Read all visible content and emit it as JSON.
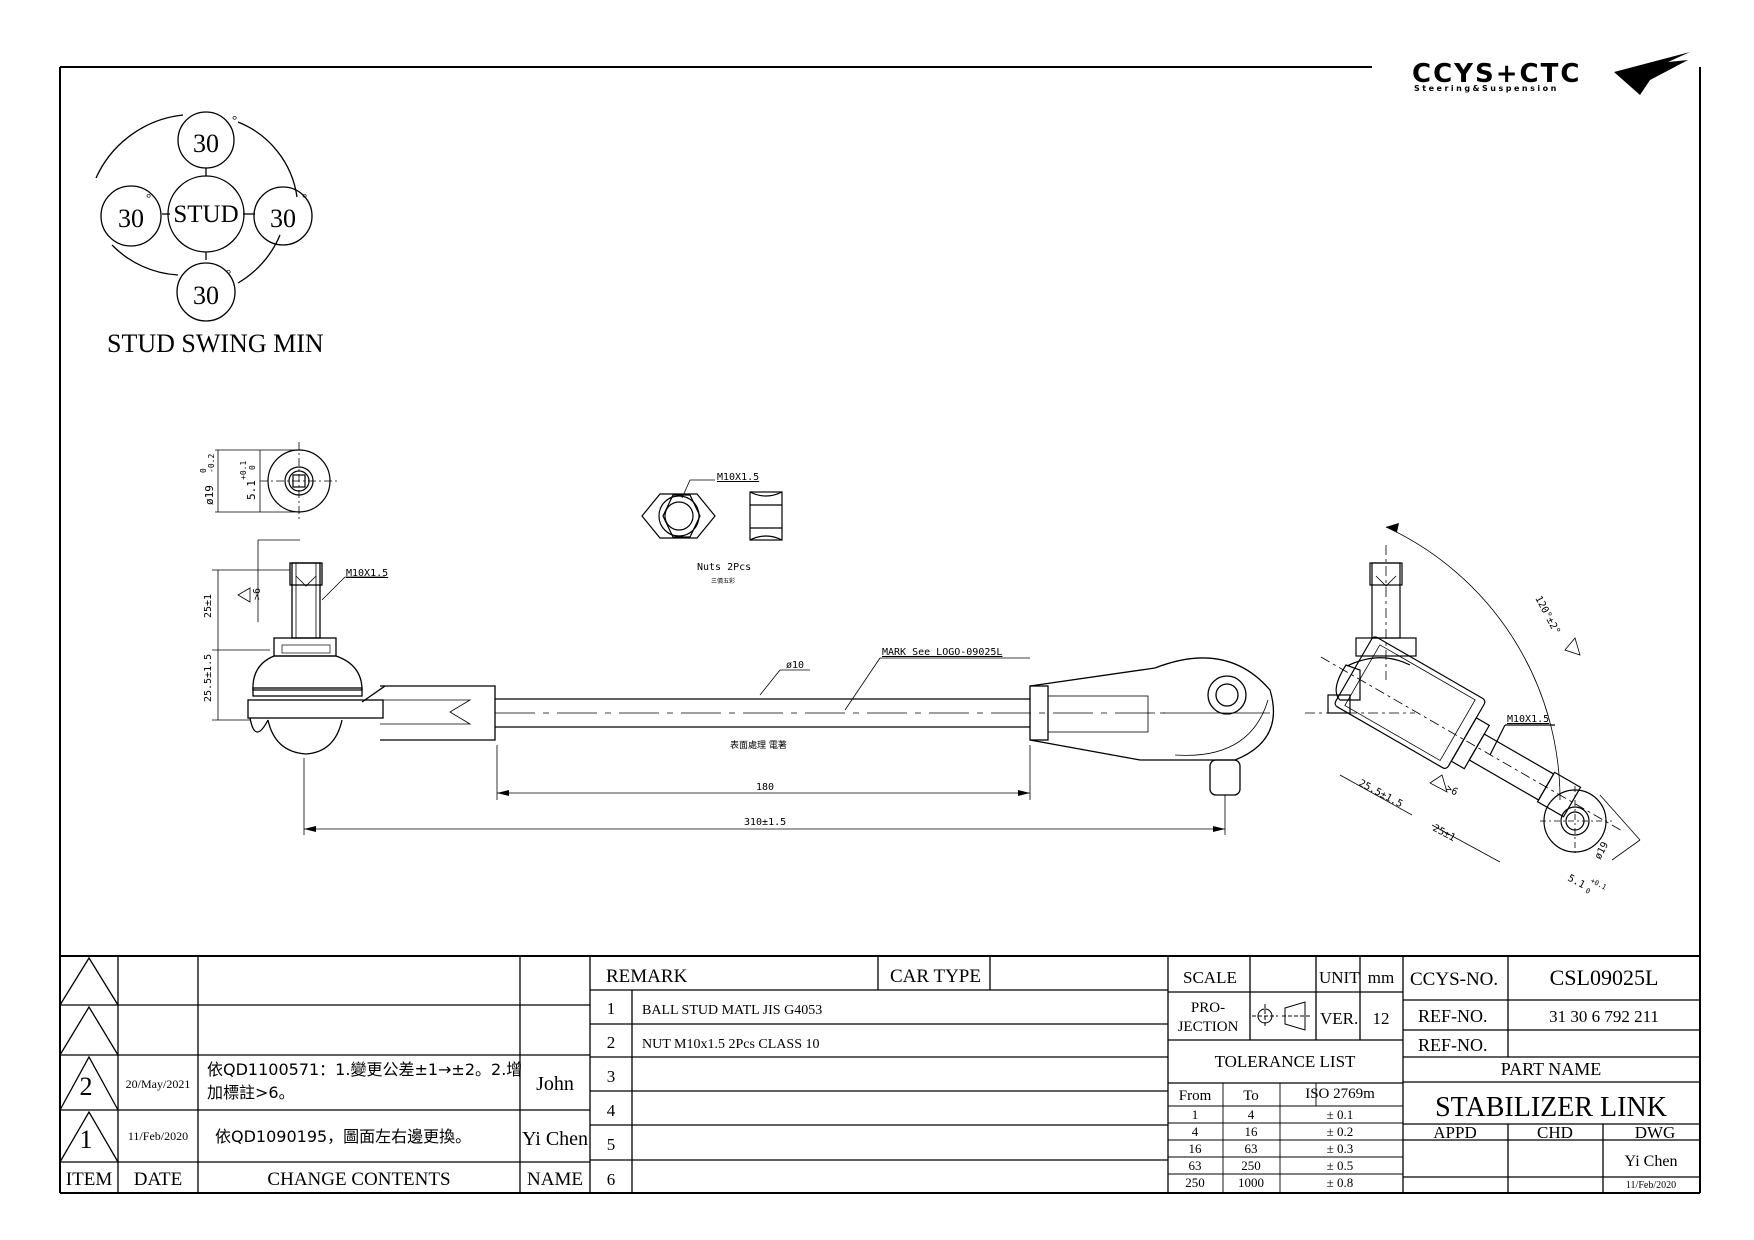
{
  "logo": {
    "brand": "CCYS+CTC",
    "tagline": "Steering&Suspension"
  },
  "swing": {
    "center": "STUD",
    "top": "30",
    "left": "30",
    "right": "30",
    "bottom": "30",
    "degree": "°",
    "caption": "STUD SWING MIN"
  },
  "dims": {
    "dia19": "ø19",
    "tol_top": "0",
    "tol_bot": "-0.2",
    "d51": "5.1",
    "d51_tol_top": "+0.1",
    "d51_tol_bot": "0",
    "thread_left": "M10X1.5",
    "gt6": ">6",
    "d25": "25±1",
    "d255": "25.5±1.5",
    "nut_thread": "M10X1.5",
    "nuts": "Nuts 2Pcs",
    "nuts_cn": "三價五彩",
    "rod_dia": "ø10",
    "mark": "MARK See LOGO-09025L",
    "surface": "表面處理  電著",
    "len180": "180",
    "len310": "310±1.5",
    "angle": "120°±2°",
    "thread_right": "M10X1.5",
    "r255": "25.5±1.5",
    "r6": ">6",
    "r25": "25±1",
    "rdia19": "ø19",
    "r51": "5.1",
    "r51_tol_top": "+0.1",
    "r51_tol_bot": "0"
  },
  "revisions": {
    "rows": [
      {
        "item": "",
        "date": "",
        "content": "",
        "name": ""
      },
      {
        "item": "",
        "date": "",
        "content": "",
        "name": ""
      },
      {
        "item": "2",
        "date": "20/May/2021",
        "content_l1": "依QD1100571：1.變更公差±1→±2。2.增",
        "content_l2": "加標註>6。",
        "name": "John"
      },
      {
        "item": "1",
        "date": "11/Feb/2020",
        "content_l1": "依QD1090195，圖面左右邊更換。",
        "content_l2": "",
        "name": "Yi Chen"
      }
    ],
    "headers": {
      "item": "ITEM",
      "date": "DATE",
      "content": "CHANGE CONTENTS",
      "name": "NAME"
    }
  },
  "remarks": {
    "title": "REMARK",
    "car_type_label": "CAR TYPE",
    "car_type": "",
    "lines": [
      {
        "no": "1",
        "text": "BALL STUD MATL JIS G4053"
      },
      {
        "no": "2",
        "text": "NUT M10x1.5 2Pcs CLASS 10"
      },
      {
        "no": "3",
        "text": ""
      },
      {
        "no": "4",
        "text": ""
      },
      {
        "no": "5",
        "text": ""
      },
      {
        "no": "6",
        "text": ""
      }
    ]
  },
  "title_block": {
    "scale_label": "SCALE",
    "scale": "",
    "unit_label": "UNIT",
    "unit": "mm",
    "projection_l1": "PRO-",
    "projection_l2": "JECTION",
    "ver_label": "VER.",
    "ver": "12",
    "tolerance_title": "TOLERANCE LIST",
    "tol_headers": {
      "from": "From",
      "to": "To",
      "std": "ISO 2769m"
    },
    "tolerances": [
      {
        "from": "1",
        "to": "4",
        "tol": "± 0.1"
      },
      {
        "from": "4",
        "to": "16",
        "tol": "± 0.2"
      },
      {
        "from": "16",
        "to": "63",
        "tol": "± 0.3"
      },
      {
        "from": "63",
        "to": "250",
        "tol": "± 0.5"
      },
      {
        "from": "250",
        "to": "1000",
        "tol": "± 0.8"
      }
    ],
    "ccys_label": "CCYS-NO.",
    "ccys_no": "CSL09025L",
    "ref_label": "REF-NO.",
    "ref_no": "31 30 6 792 211",
    "ref2_label": "REF-NO.",
    "ref2_no": "",
    "part_name_label": "PART NAME",
    "part_name": "STABILIZER LINK",
    "appd": "APPD",
    "chd": "CHD",
    "dwg": "DWG",
    "drawer": "Yi Chen",
    "draw_date": "11/Feb/2020"
  }
}
